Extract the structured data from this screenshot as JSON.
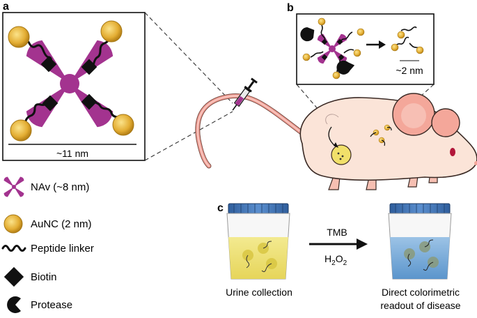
{
  "panels": {
    "a": "a",
    "b": "b",
    "c": "c"
  },
  "panel_a": {
    "scale_label": "~11 nm"
  },
  "panel_b": {
    "scale_label": "~2 nm"
  },
  "legend": {
    "items": [
      {
        "icon": "neutravidin-icon",
        "label": "NAv (~8 nm)"
      },
      {
        "icon": "gold-nanocluster-icon",
        "label": "AuNC (2 nm)"
      },
      {
        "icon": "peptide-linker-icon",
        "label": "Peptide linker"
      },
      {
        "icon": "biotin-icon",
        "label": "Biotin"
      },
      {
        "icon": "protease-icon",
        "label": "Protease"
      }
    ]
  },
  "panel_c": {
    "reagent_top": "TMB",
    "reagent_bottom_main": "H",
    "reagent_bottom_sub1": "2",
    "reagent_bottom_mid": "O",
    "reagent_bottom_sub2": "2",
    "left_caption": "Urine collection",
    "right_caption_line1": "Direct colorimetric",
    "right_caption_line2": "readout of disease"
  },
  "colors": {
    "nav_purple": "#a3338f",
    "gold": "#e8b73a",
    "gold_dark": "#b8861c",
    "mouse_body": "#fbe4d8",
    "mouse_ear": "#f4a79a",
    "tail": "#f2a39a",
    "urine": "#ecdf72",
    "blue_readout": "#6aa4d6",
    "lid": "#3d6fae"
  }
}
